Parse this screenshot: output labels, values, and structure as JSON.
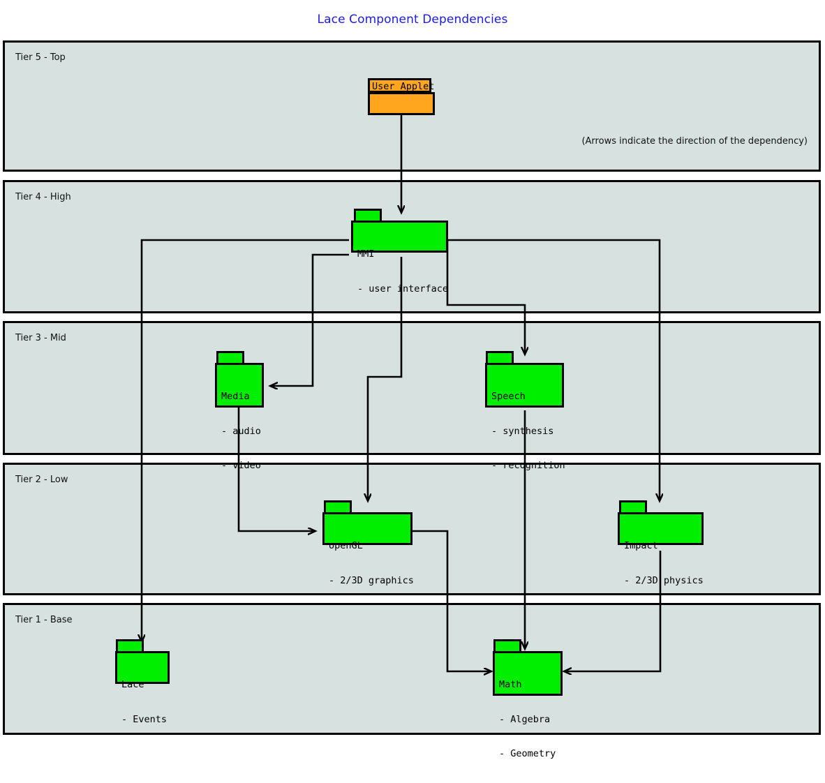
{
  "title": "Lace Component Dependencies",
  "note": "(Arrows indicate the direction of the dependency)",
  "colors": {
    "title": "#1a1aee",
    "tier_panel": "#d7e2e0",
    "package": "#00ee00",
    "applet": "#ffa51e",
    "stroke": "#000000",
    "background": "#ffffff"
  },
  "tiers": [
    {
      "id": "tier5",
      "label": "Tier 5 - Top"
    },
    {
      "id": "tier4",
      "label": "Tier 4 - High"
    },
    {
      "id": "tier3",
      "label": "Tier 3 - Mid"
    },
    {
      "id": "tier2",
      "label": "Tier 2 - Low"
    },
    {
      "id": "tier1",
      "label": "Tier 1 - Base"
    }
  ],
  "packages": [
    {
      "id": "user-applet",
      "name": "User Applet",
      "details": [],
      "tier": "Tier 5 - Top",
      "kind": "applet"
    },
    {
      "id": "mmi",
      "name": "MMI",
      "details": [
        "- user interface"
      ],
      "tier": "Tier 4 - High",
      "kind": "package"
    },
    {
      "id": "media",
      "name": "Media",
      "details": [
        "- audio",
        "- video"
      ],
      "tier": "Tier 3 - Mid",
      "kind": "package"
    },
    {
      "id": "speech",
      "name": "Speech",
      "details": [
        "- synthesis",
        "- recognition"
      ],
      "tier": "Tier 3 - Mid",
      "kind": "package"
    },
    {
      "id": "opengl",
      "name": "openGL",
      "details": [
        "- 2/3D graphics"
      ],
      "tier": "Tier 2 - Low",
      "kind": "package"
    },
    {
      "id": "impact",
      "name": "Impact",
      "details": [
        "- 2/3D physics"
      ],
      "tier": "Tier 2 - Low",
      "kind": "package"
    },
    {
      "id": "lace",
      "name": "Lace",
      "details": [
        "- Events"
      ],
      "tier": "Tier 1 - Base",
      "kind": "package"
    },
    {
      "id": "math",
      "name": "Math",
      "details": [
        "- Algebra",
        "- Geometry"
      ],
      "tier": "Tier 1 - Base",
      "kind": "package"
    }
  ],
  "dependencies": [
    {
      "from": "user-applet",
      "to": "mmi"
    },
    {
      "from": "mmi",
      "to": "media"
    },
    {
      "from": "mmi",
      "to": "speech"
    },
    {
      "from": "mmi",
      "to": "opengl"
    },
    {
      "from": "mmi",
      "to": "impact"
    },
    {
      "from": "mmi",
      "to": "lace"
    },
    {
      "from": "media",
      "to": "opengl"
    },
    {
      "from": "speech",
      "to": "math"
    },
    {
      "from": "opengl",
      "to": "math"
    },
    {
      "from": "impact",
      "to": "math"
    }
  ]
}
